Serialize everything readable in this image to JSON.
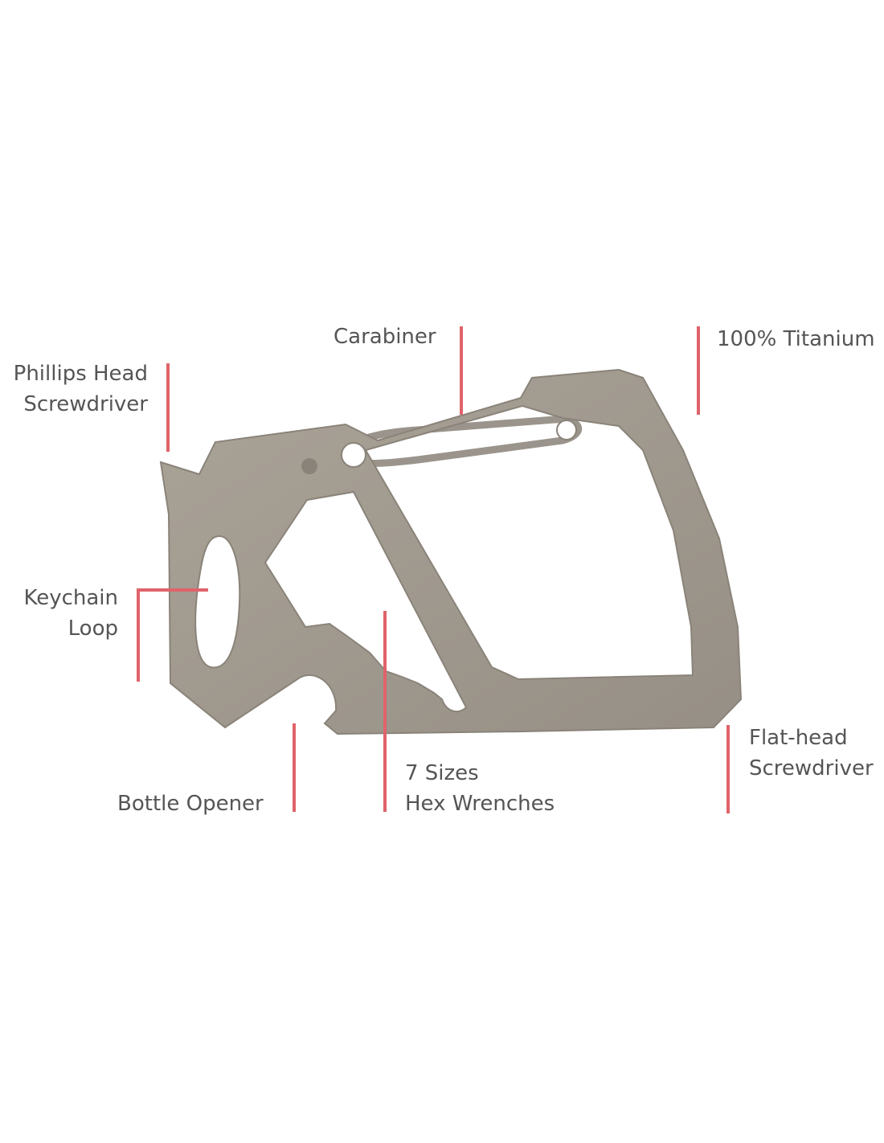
{
  "labels": {
    "carabiner": "Carabiner",
    "titanium": "100% Titanium",
    "phillips_line1": "Phillips Head",
    "phillips_line2": "Screwdriver",
    "keychain_line1": "Keychain",
    "keychain_line2": "Loop",
    "bottle_opener": "Bottle Opener",
    "hex_line1": "7 Sizes",
    "hex_line2": "Hex Wrenches",
    "flathead_line1": "Flat-head",
    "flathead_line2": "Screwdriver"
  },
  "colors": {
    "text": "#555555",
    "leader": "#e0636a",
    "metal": "#a39c92"
  }
}
